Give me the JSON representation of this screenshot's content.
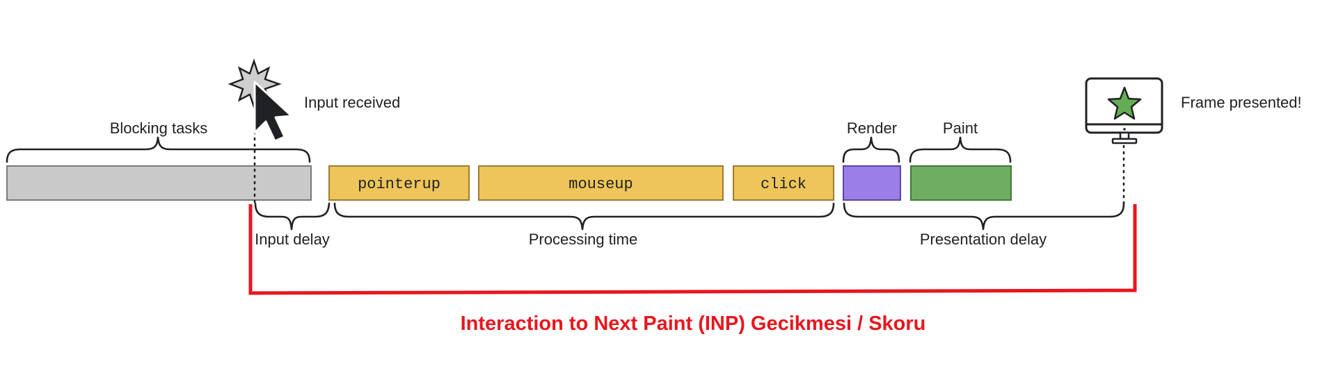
{
  "labels": {
    "blocking_tasks": "Blocking tasks",
    "input_received": "Input received",
    "render": "Render",
    "paint": "Paint",
    "frame_presented": "Frame presented!",
    "input_delay": "Input delay",
    "processing_time": "Processing time",
    "presentation_delay": "Presentation delay"
  },
  "events": {
    "pointerup": "pointerup",
    "mouseup": "mouseup",
    "click": "click"
  },
  "title": "Interaction to Next Paint (INP) Gecikmesi / Skoru",
  "colors": {
    "blocking": "#c9c9c9",
    "event": "#eec55a",
    "render": "#9b7fe6",
    "paint": "#6fae62",
    "accent": "#e8161d",
    "star": "#64ad53"
  },
  "icons": {
    "input": "cursor-click-burst-icon",
    "frame": "monitor-star-icon"
  }
}
